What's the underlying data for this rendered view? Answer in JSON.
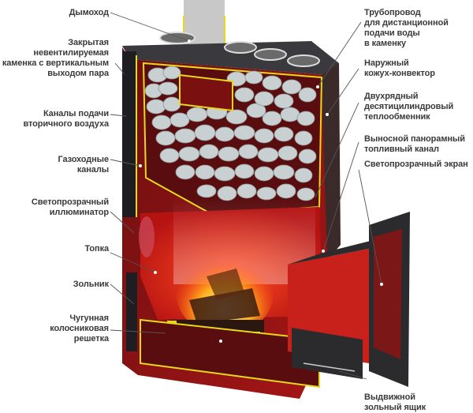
{
  "title": "Устройство банной печи",
  "colors": {
    "body_red": "#8b1414",
    "inner_red": "#c8201a",
    "edge_yellow": "#e8d81a",
    "steel_dark": "#2b2b2e",
    "stone": "#c9d0d2",
    "flame": "#ffb21e",
    "leader": "#555555"
  },
  "labels_left": [
    {
      "id": "chimney",
      "text": "Дымоход"
    },
    {
      "id": "closed-heater",
      "text": "Закрытая\nневентилируемая\nкаменка с вертикальным\nвыходом пара"
    },
    {
      "id": "air-channels",
      "text": "Каналы подачи\nвторичного воздуха"
    },
    {
      "id": "gas-channels",
      "text": "Газоходные\nканалы"
    },
    {
      "id": "illuminator",
      "text": "Светопрозрачный\nиллюминатор"
    },
    {
      "id": "firebox",
      "text": "Топка"
    },
    {
      "id": "ash-pit",
      "text": "Зольник"
    },
    {
      "id": "grate",
      "text": "Чугунная\nколосниковая\nрешетка"
    }
  ],
  "labels_right": [
    {
      "id": "water-pipe",
      "text": "Трубопровод\nдля дистанционной\nподачи воды\nв каменку"
    },
    {
      "id": "outer-casing",
      "text": "Наружный\nкожух-конвектор"
    },
    {
      "id": "heat-exchanger",
      "text": "Двухрядный\nдесятицилиндровый\nтеплообменник"
    },
    {
      "id": "fuel-channel",
      "text": "Выносной панорамный\nтопливный канал"
    },
    {
      "id": "glass-screen",
      "text": "Светопрозрачный экран"
    },
    {
      "id": "ash-drawer",
      "text": "Выдвижной\nзольный ящик"
    }
  ]
}
